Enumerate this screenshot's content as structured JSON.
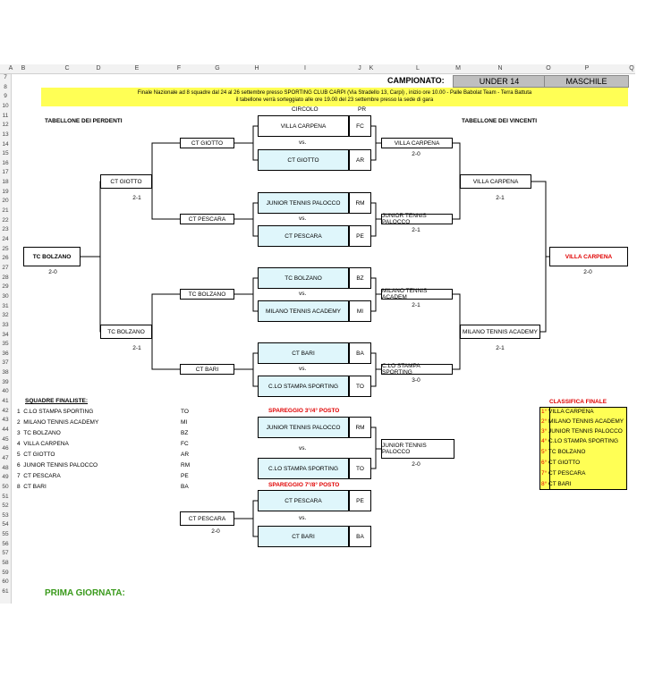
{
  "sheet": {
    "columns": [
      "A",
      "B",
      "C",
      "D",
      "E",
      "F",
      "G",
      "H",
      "I",
      "J",
      "K",
      "L",
      "M",
      "N",
      "O",
      "P",
      "Q"
    ],
    "rows": [
      "7",
      "8",
      "9",
      "10",
      "11",
      "12",
      "13",
      "14",
      "15",
      "16",
      "17",
      "18",
      "19",
      "20",
      "21",
      "22",
      "23",
      "24",
      "25",
      "26",
      "27",
      "28",
      "29",
      "30",
      "31",
      "32",
      "33",
      "34",
      "35",
      "36",
      "37",
      "38",
      "39",
      "40",
      "41",
      "42",
      "43",
      "44",
      "45",
      "46",
      "47",
      "48",
      "49",
      "50",
      "51",
      "52",
      "53",
      "54",
      "55",
      "56",
      "57",
      "58",
      "59",
      "60",
      "61"
    ]
  },
  "header": {
    "campionato_label": "CAMPIONATO:",
    "category": "UNDER 14",
    "gender": "MASCHILE",
    "banner_line1": "Finale Nazionale ad 8 squadre dal 24 al 26 settembre presso SPORTING CLUB CARPI (Via Stradello 13, Carpi) , inizio ore 10.00 - Palle Babolat Team - Terra Battuta",
    "banner_line2": "il tabellone verrà sorteggiato alle ore 19.00 del 23 settembre presso la sede di gara"
  },
  "bracket": {
    "circolo_label": "CIRCOLO",
    "pr_label": "PR",
    "losers_title": "TABELLONE DEI PERDENTI",
    "winners_title": "TABELLONE DEI VINCENTI",
    "vs": "vs.",
    "seeds": [
      {
        "name": "VILLA CARPENA",
        "code": "FC"
      },
      {
        "name": "CT GIOTTO",
        "code": "AR"
      },
      {
        "name": "JUNIOR TENNIS PALOCCO",
        "code": "RM"
      },
      {
        "name": "CT PESCARA",
        "code": "PE"
      },
      {
        "name": "TC BOLZANO",
        "code": "BZ"
      },
      {
        "name": "MILANO TENNIS ACADEMY",
        "code": "MI"
      },
      {
        "name": "CT BARI",
        "code": "BA"
      },
      {
        "name": "C.LO STAMPA SPORTING",
        "code": "TO"
      }
    ],
    "losers_r1": [
      {
        "name": "CT GIOTTO"
      },
      {
        "name": "CT PESCARA"
      },
      {
        "name": "TC BOLZANO"
      },
      {
        "name": "CT BARI"
      }
    ],
    "losers_r2": [
      {
        "name": "CT GIOTTO",
        "score": "2-1"
      },
      {
        "name": "TC BOLZANO",
        "score": "2-1"
      }
    ],
    "losers_final": {
      "name": "TC BOLZANO",
      "score": "2-0"
    },
    "winners_r1": [
      {
        "name": "VILLA CARPENA",
        "score": "2-0"
      },
      {
        "name": "JUNIOR TENNIS PALOCCO",
        "score": "2-1"
      },
      {
        "name": "MILANO TENNIS ACADEM",
        "score": "2-1"
      },
      {
        "name": "C.LO STAMPA SPORTING",
        "score": "3-0"
      }
    ],
    "winners_r2": [
      {
        "name": "VILLA CARPENA",
        "score": "2-1"
      },
      {
        "name": "MILANO TENNIS ACADEMY",
        "score": "2-1"
      }
    ],
    "winners_final": {
      "name": "VILLA CARPENA",
      "score": "2-0"
    }
  },
  "finalists": {
    "title": "SQUADRE FINALISTE:",
    "items": [
      {
        "n": "1",
        "name": "C.LO STAMPA SPORTING",
        "code": "TO"
      },
      {
        "n": "2",
        "name": "MILANO TENNIS ACADEMY",
        "code": "MI"
      },
      {
        "n": "3",
        "name": "TC BOLZANO",
        "code": "BZ"
      },
      {
        "n": "4",
        "name": "VILLA CARPENA",
        "code": "FC"
      },
      {
        "n": "5",
        "name": "CT GIOTTO",
        "code": "AR"
      },
      {
        "n": "6",
        "name": "JUNIOR TENNIS PALOCCO",
        "code": "RM"
      },
      {
        "n": "7",
        "name": "CT PESCARA",
        "code": "PE"
      },
      {
        "n": "8",
        "name": "CT BARI",
        "code": "BA"
      }
    ]
  },
  "spareggio34": {
    "title": "SPAREGGIO 3°/4° POSTO",
    "team1": {
      "name": "JUNIOR TENNIS PALOCCO",
      "code": "RM"
    },
    "team2": {
      "name": "C.LO STAMPA SPORTING",
      "code": "TO"
    },
    "vs": "vs.",
    "winner": "JUNIOR TENNIS PALOCCO",
    "score": "2-0"
  },
  "spareggio78": {
    "title": "SPAREGGIO 7°/8° POSTO",
    "team1": {
      "name": "CT PESCARA",
      "code": "PE"
    },
    "team2": {
      "name": "CT BARI",
      "code": "BA"
    },
    "vs": "vs.",
    "winner": "CT PESCARA",
    "score": "2-0"
  },
  "classifica": {
    "title": "CLASSIFICA FINALE",
    "items": [
      {
        "pos": "1°",
        "name": "VILLA CARPENA"
      },
      {
        "pos": "2°",
        "name": "MILANO TENNIS ACADEMY"
      },
      {
        "pos": "3°",
        "name": "JUNIOR TENNIS PALOCCO"
      },
      {
        "pos": "4°",
        "name": "C.LO STAMPA SPORTING"
      },
      {
        "pos": "5°",
        "name": "TC BOLZANO"
      },
      {
        "pos": "6°",
        "name": "CT GIOTTO"
      },
      {
        "pos": "7°",
        "name": "CT PESCARA"
      },
      {
        "pos": "8°",
        "name": "CT BARI"
      }
    ]
  },
  "prima_giornata": "PRIMA GIORNATA:",
  "colors": {
    "banner": "#ffff55",
    "seed_fill": "#dff6fb",
    "accent_red": "#e00000",
    "title_green": "#3a9a1c",
    "header_grey": "#bfbfbf"
  }
}
